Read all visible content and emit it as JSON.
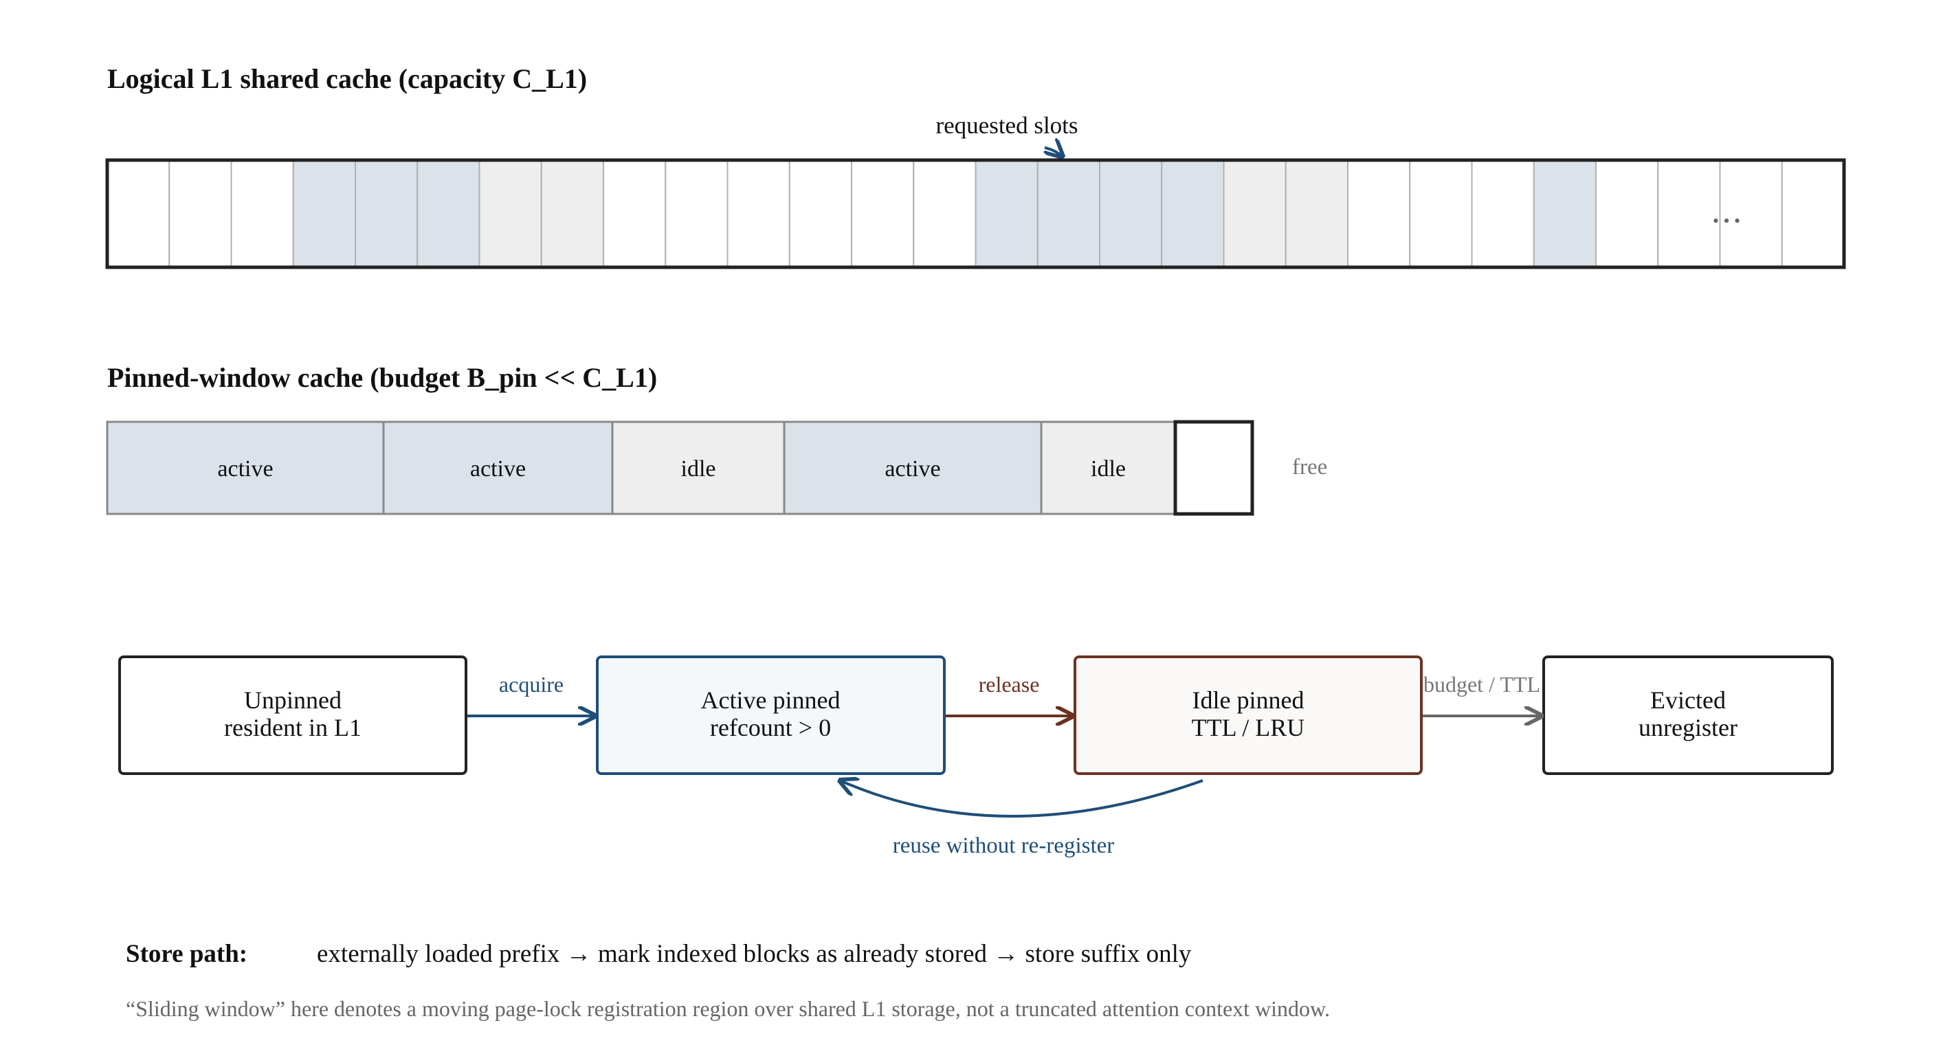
{
  "l1": {
    "title": "Logical L1 shared cache (capacity C_L1)",
    "requested_label": "requested slots",
    "ellipsis": "• • •",
    "slots": [
      "empty",
      "empty",
      "empty",
      "active",
      "active",
      "active",
      "idle",
      "idle",
      "empty",
      "empty",
      "empty",
      "empty",
      "empty",
      "empty",
      "active",
      "active",
      "active",
      "active",
      "idle",
      "idle",
      "empty",
      "empty",
      "empty",
      "active",
      "empty",
      "empty",
      "empty",
      "empty"
    ]
  },
  "pinned": {
    "title": "Pinned-window cache (budget B_pin << C_L1)",
    "free_label": "free",
    "segments": [
      {
        "state": "active",
        "label": "active"
      },
      {
        "state": "active",
        "label": "active"
      },
      {
        "state": "idle",
        "label": "idle"
      },
      {
        "state": "active",
        "label": "active"
      },
      {
        "state": "idle",
        "label": "idle"
      },
      {
        "state": "free",
        "label": ""
      }
    ]
  },
  "states": {
    "unpinned": {
      "line1": "Unpinned",
      "line2": "resident in L1"
    },
    "active": {
      "line1": "Active pinned",
      "line2": "refcount > 0"
    },
    "idle": {
      "line1": "Idle pinned",
      "line2": "TTL / LRU"
    },
    "evicted": {
      "line1": "Evicted",
      "line2": "unregister"
    }
  },
  "transitions": {
    "acquire": "acquire",
    "release": "release",
    "evict": "budget / TTL",
    "reuse": "reuse without re-register"
  },
  "store": {
    "label": "Store path:",
    "text": "externally loaded prefix → mark indexed blocks as already stored → store suffix only"
  },
  "footnote": "“Sliding window” here denotes a moving page-lock registration region over shared L1 storage, not a truncated attention context window.",
  "colors": {
    "active_fill": "#dbe2ea",
    "idle_fill": "#eeeeee",
    "blue": "#1f4e79",
    "brown": "#6b3222",
    "gray": "#666666",
    "active_state_fill": "#f4f8fb",
    "idle_state_fill": "#fbf9f7"
  }
}
